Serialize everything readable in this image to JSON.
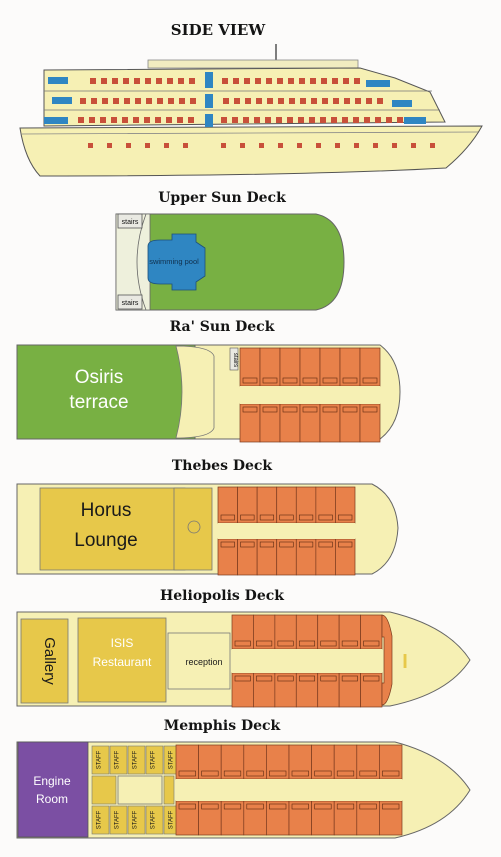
{
  "title": "SIDE VIEW",
  "decks": [
    {
      "name": "Upper Sun Deck",
      "labels": {
        "stairs_top": "stairs",
        "stairs_bottom": "stairs",
        "pool": "swimming pool"
      }
    },
    {
      "name": "Ra' Sun Deck",
      "labels": {
        "terrace_line1": "Osiris",
        "terrace_line2": "terrace",
        "stairs": "stairs"
      }
    },
    {
      "name": "Thebes Deck",
      "labels": {
        "lounge_line1": "Horus",
        "lounge_line2": "Lounge"
      }
    },
    {
      "name": "Heliopolis Deck",
      "labels": {
        "gallery": "Gallery",
        "restaurant_line1": "ISIS",
        "restaurant_line2": "Restaurant",
        "reception": "reception"
      }
    },
    {
      "name": "Memphis Deck",
      "labels": {
        "engine_line1": "Engine",
        "engine_line2": "Room",
        "staff": "STAFF"
      }
    }
  ],
  "colors": {
    "hull": "#f6f0b4",
    "outline": "#4a4a3a",
    "cabin": "#e8814a",
    "cabin_line": "#7a3a1e",
    "green": "#78b043",
    "yellow": "#e7c84a",
    "purple": "#7b4fa3",
    "window_blue": "#2f86c2",
    "window_red": "#c8503a"
  }
}
